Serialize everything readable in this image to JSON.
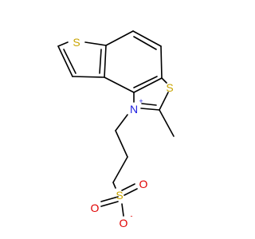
{
  "molecule": {
    "atoms": {
      "s_thiophene": {
        "label": "S",
        "color": "#c8a400"
      },
      "s_thiazole": {
        "label": "S",
        "color": "#c8a400"
      },
      "n_thiazolium": {
        "label": "N",
        "color": "#2020e0",
        "charge": "+"
      },
      "s_sulfonate": {
        "label": "S",
        "color": "#c8a400"
      },
      "o_double_1": {
        "label": "O",
        "color": "#e00000"
      },
      "o_double_2": {
        "label": "O",
        "color": "#e00000"
      },
      "o_anion": {
        "label": "O",
        "color": "#e00000",
        "charge": "-"
      }
    }
  }
}
